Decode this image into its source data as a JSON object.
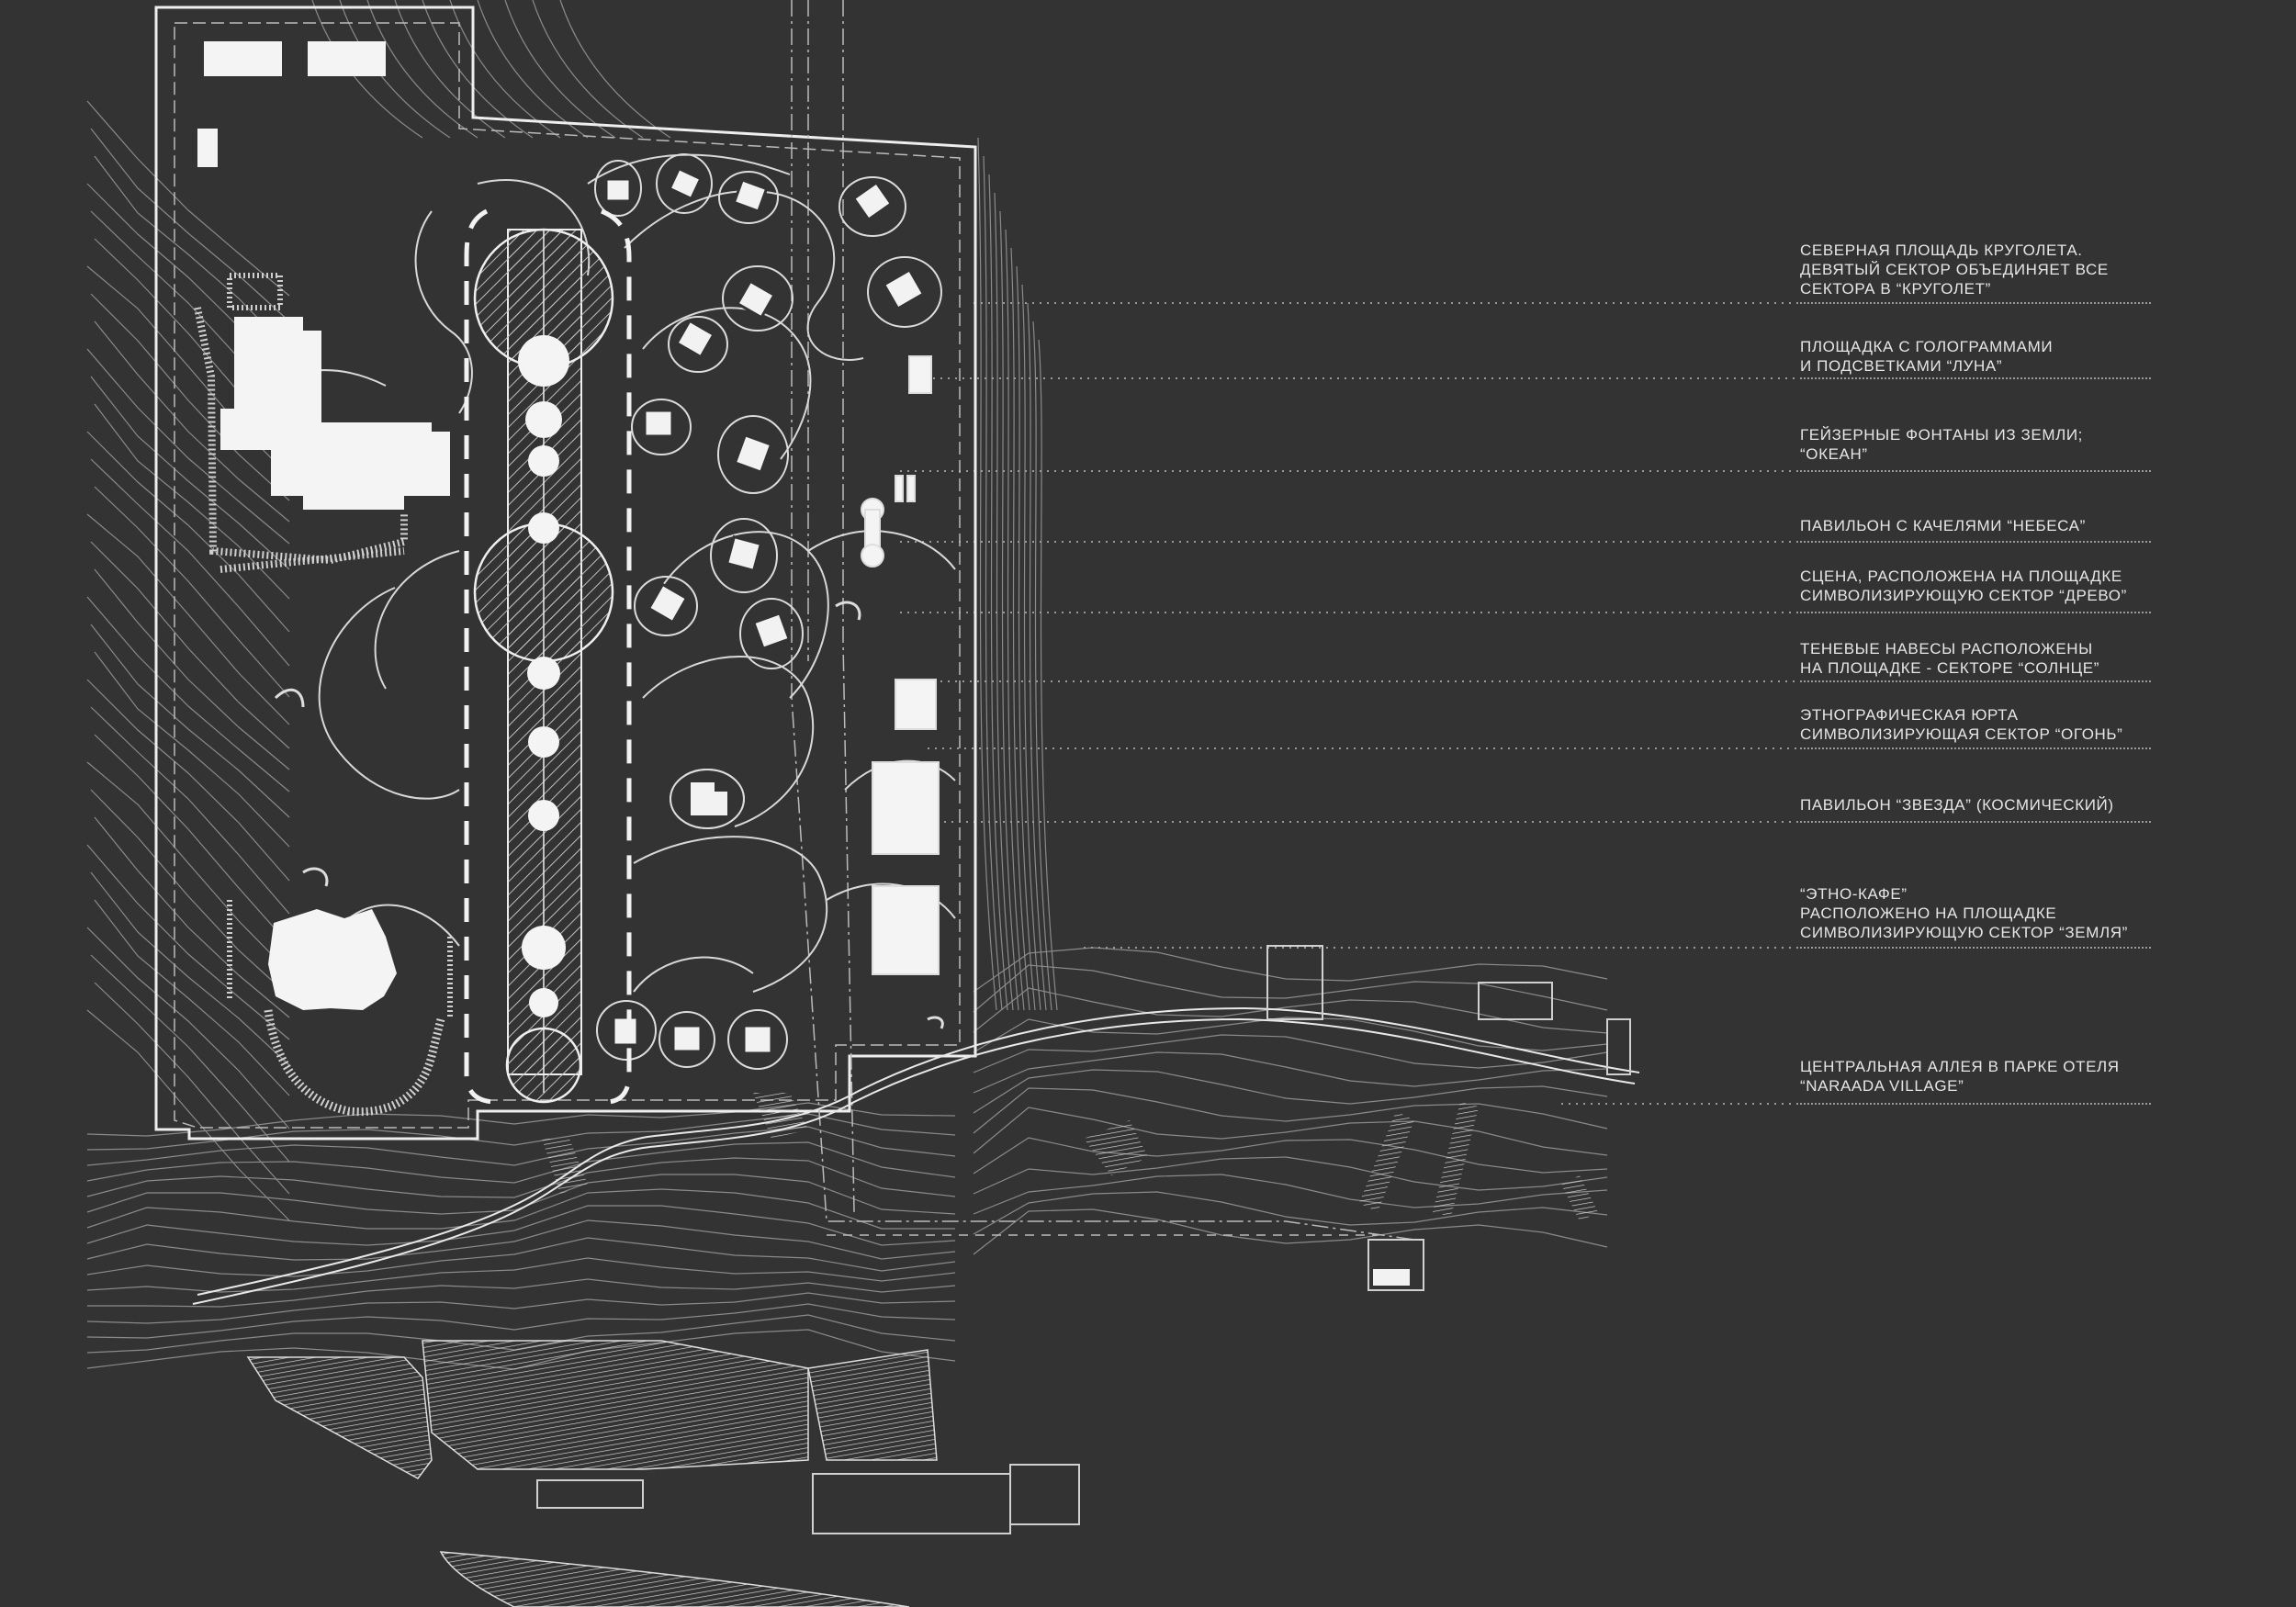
{
  "annotations": [
    {
      "id": "north-square",
      "lines": [
        "СЕВЕРНАЯ ПЛОЩАДЬ КРУГОЛЕТА.",
        "ДЕВЯТЫЙ СЕКТОР ОБЪЕДИНЯЕТ ВСЕ",
        "СЕКТОРА В “КРУГОЛЕТ”"
      ]
    },
    {
      "id": "moon",
      "lines": [
        "ПЛОЩАДКА С ГОЛОГРАММАМИ",
        "И ПОДСВЕТКАМИ “ЛУНА”"
      ]
    },
    {
      "id": "ocean",
      "lines": [
        "ГЕЙЗЕРНЫЕ ФОНТАНЫ ИЗ ЗЕМЛИ;",
        "“ОКЕАН”"
      ]
    },
    {
      "id": "heavens",
      "lines": [
        "ПАВИЛЬОН С КАЧЕЛЯМИ “НЕБЕСА”"
      ]
    },
    {
      "id": "tree",
      "lines": [
        "СЦЕНА, РАСПОЛОЖЕНА НА ПЛОЩАДКЕ",
        "СИМВОЛИЗИРУЮЩУЮ СЕКТОР “ДРЕВО”"
      ]
    },
    {
      "id": "sun",
      "lines": [
        "ТЕНЕВЫЕ НАВЕСЫ РАСПОЛОЖЕНЫ",
        "НА ПЛОЩАДКЕ - СЕКТОРЕ “СОЛНЦЕ”"
      ]
    },
    {
      "id": "fire",
      "lines": [
        "ЭТНОГРАФИЧЕСКАЯ ЮРТА",
        "СИМВОЛИЗИРУЮЩАЯ СЕКТОР “ОГОНЬ”"
      ]
    },
    {
      "id": "star",
      "lines": [
        "ПАВИЛЬОН “ЗВЕЗДА” (КОСМИЧЕСКИЙ)"
      ]
    },
    {
      "id": "earth",
      "lines": [
        "“ЭТНО-КАФЕ”",
        "РАСПОЛОЖЕНО НА ПЛОЩАДКЕ",
        "СИМВОЛИЗИРУЮЩУЮ СЕКТОР “ЗЕМЛЯ”"
      ]
    },
    {
      "id": "alley",
      "lines": [
        "ЦЕНТРАЛЬНАЯ АЛЛЕЯ В ПАРКЕ ОТЕЛЯ",
        "“NARAADA VILLAGE”"
      ]
    }
  ]
}
